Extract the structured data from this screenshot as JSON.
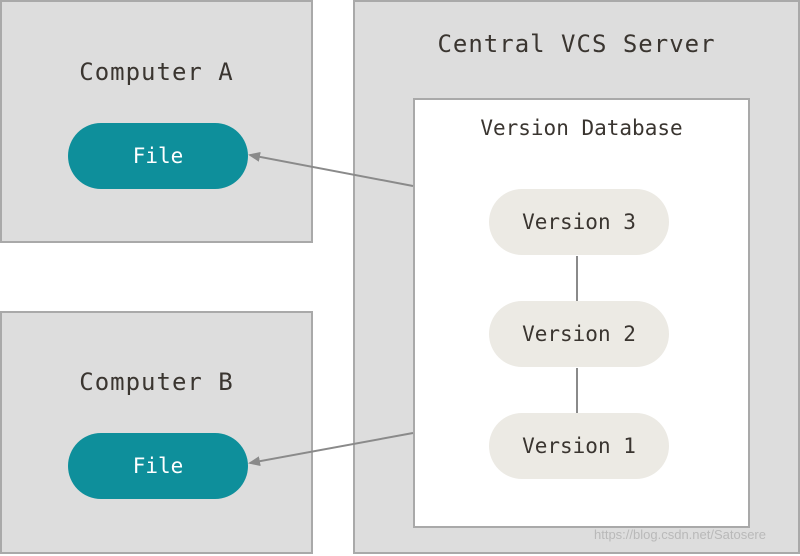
{
  "computer_a": {
    "title": "Computer A",
    "file_label": "File"
  },
  "computer_b": {
    "title": "Computer B",
    "file_label": "File"
  },
  "server": {
    "title": "Central VCS Server",
    "database": {
      "title": "Version Database",
      "versions": [
        "Version 3",
        "Version 2",
        "Version 1"
      ]
    }
  },
  "watermark": "https://blog.csdn.net/Satosere",
  "colors": {
    "box_fill": "#dddddd",
    "box_border": "#a9a9a9",
    "file_pill": "#0e8f9b",
    "version_pill": "#eceae4",
    "arrow": "#8a8a8a",
    "text": "#3a3530"
  }
}
